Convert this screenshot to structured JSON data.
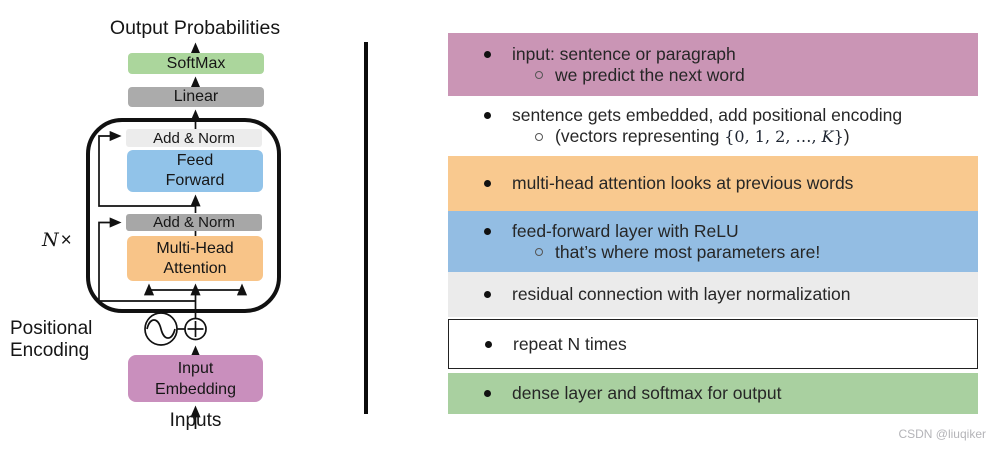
{
  "diagram": {
    "output_label": "Output Probabilities",
    "boxes": {
      "softmax": "SoftMax",
      "linear": "Linear",
      "add_norm_top": "Add & Norm",
      "feed_forward_l1": "Feed",
      "feed_forward_l2": "Forward",
      "add_norm_bottom": "Add & Norm",
      "attention_l1": "Multi-Head",
      "attention_l2": "Attention",
      "embedding_l1": "Input",
      "embedding_l2": "Embedding"
    },
    "n_times": {
      "n": "N",
      "times": "×"
    },
    "positional_encoding_l1": "Positional",
    "positional_encoding_l2": "Encoding",
    "inputs_label": "Inputs",
    "colors": {
      "softmax": "#abd69c",
      "linear": "#ababab",
      "add_norm_top": "#ececec",
      "feed_forward": "#91c3e9",
      "add_norm_bottom": "#a7a7a7",
      "attention": "#f8c488",
      "embedding": "#c98fbd"
    }
  },
  "notes": {
    "rows": [
      {
        "text": "input: sentence or paragraph",
        "sub": "we predict the next word",
        "color": "#ca95b5"
      },
      {
        "text": "sentence gets embedded, add positional encoding",
        "sub_prefix": "(vectors representing ",
        "sub_math": "{0, 1, 2, …, ",
        "sub_k": "K",
        "sub_brace": "}",
        "sub_paren": ")",
        "color": "transparent"
      },
      {
        "text": "multi-head attention looks at previous words",
        "color": "#f9c98f"
      },
      {
        "text": "feed-forward layer with ReLU",
        "sub": "that’s where most parameters are!",
        "color": "#93bde3"
      },
      {
        "text": "residual connection with layer normalization",
        "color": "#ebebeb"
      },
      {
        "text": "repeat N times",
        "color": "#ffffff"
      },
      {
        "text": "dense layer and softmax for output",
        "color": "#a9d0a0"
      }
    ]
  },
  "watermark": "CSDN @liuqiker"
}
